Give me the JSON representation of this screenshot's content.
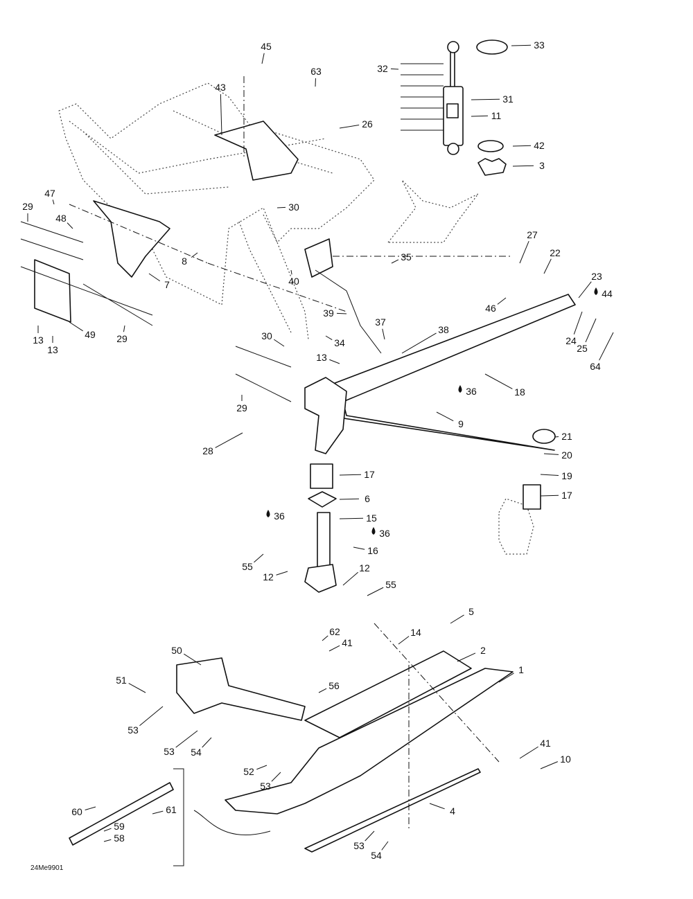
{
  "diagram": {
    "drawing_code": "24Me9901",
    "callouts": [
      "45",
      "63",
      "43",
      "32",
      "33",
      "31",
      "11",
      "26",
      "42",
      "3",
      "47",
      "29",
      "48",
      "30",
      "8",
      "7",
      "27",
      "22",
      "35",
      "23",
      "44",
      "46",
      "40",
      "39",
      "37",
      "38",
      "24",
      "25",
      "64",
      "13",
      "13",
      "49",
      "29",
      "30",
      "34",
      "13",
      "18",
      "36",
      "9",
      "29",
      "28",
      "21",
      "20",
      "19",
      "17",
      "17",
      "6",
      "36",
      "15",
      "36",
      "16",
      "55",
      "12",
      "12",
      "55",
      "5",
      "62",
      "41",
      "14",
      "2",
      "1",
      "50",
      "51",
      "56",
      "53",
      "53",
      "54",
      "41",
      "10",
      "52",
      "53",
      "4",
      "60",
      "61",
      "59",
      "58",
      "53",
      "54"
    ],
    "lubricant_icon": "oil-drop-icon"
  }
}
